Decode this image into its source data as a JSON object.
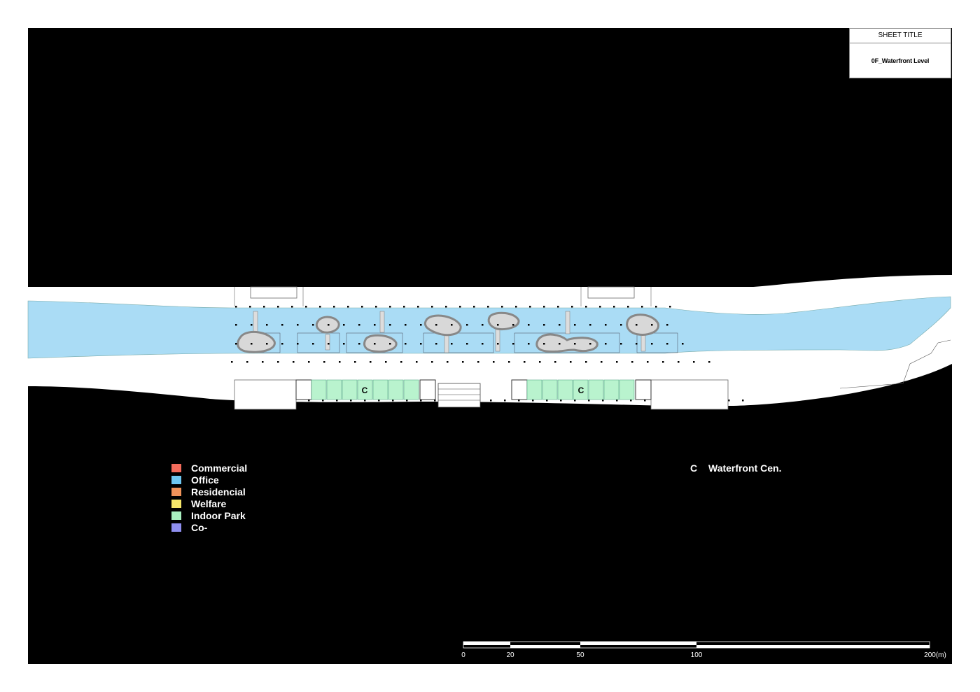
{
  "title_block": {
    "header": "SHEET TITLE",
    "value": "0F_Waterfront Level"
  },
  "legend": [
    {
      "label": "Commercial",
      "color": "#f26b5b"
    },
    {
      "label": "Office",
      "color": "#6ec6f0"
    },
    {
      "label": "Residencial",
      "color": "#f0935a"
    },
    {
      "label": "Welfare",
      "color": "#f5e66a"
    },
    {
      "label": "Indoor Park",
      "color": "#a9f0c0"
    },
    {
      "label": "Co-",
      "color": "#8f8ff0"
    }
  ],
  "key": {
    "code": "C",
    "label": "Waterfront Cen."
  },
  "plan": {
    "park_block_label": "C",
    "water_color": "#aadcf5",
    "park_color": "#b9f3ce"
  },
  "scale_bar": {
    "ticks": [
      "0",
      "20",
      "50",
      "100",
      "200(m)"
    ]
  }
}
